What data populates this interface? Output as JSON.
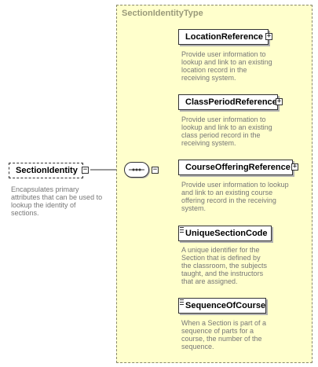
{
  "root": {
    "name": "SectionIdentity",
    "doc": [
      "Encapsulates primary",
      "attributes that can be used to",
      "lookup the identity of",
      "sections."
    ]
  },
  "type_name": "SectionIdentityType",
  "compositor": "sequence",
  "children": [
    {
      "name": "LocationReference",
      "kind": "complex",
      "doc": [
        "Provide user information to",
        "lookup and link to an existing",
        "location record in the",
        "receiving system."
      ]
    },
    {
      "name": "ClassPeriodReference",
      "kind": "complex",
      "doc": [
        "Provide user information to",
        "lookup and link to an existing",
        "class period record in the",
        "receiving system."
      ]
    },
    {
      "name": "CourseOfferingReference",
      "kind": "complex",
      "doc": [
        "Provide user information to lookup",
        "and link to an existing course",
        "offering record in the receiving",
        "system."
      ]
    },
    {
      "name": "UniqueSectionCode",
      "kind": "simple",
      "doc": [
        "A unique identifier for the",
        "Section that is defined by",
        "the classroom, the subjects",
        "taught, and the instructors",
        "that are assigned."
      ]
    },
    {
      "name": "SequenceOfCourse",
      "kind": "simple",
      "doc": [
        "When a Section is part of a",
        "sequence of parts for a",
        "course, the number of the",
        "sequence."
      ]
    }
  ]
}
